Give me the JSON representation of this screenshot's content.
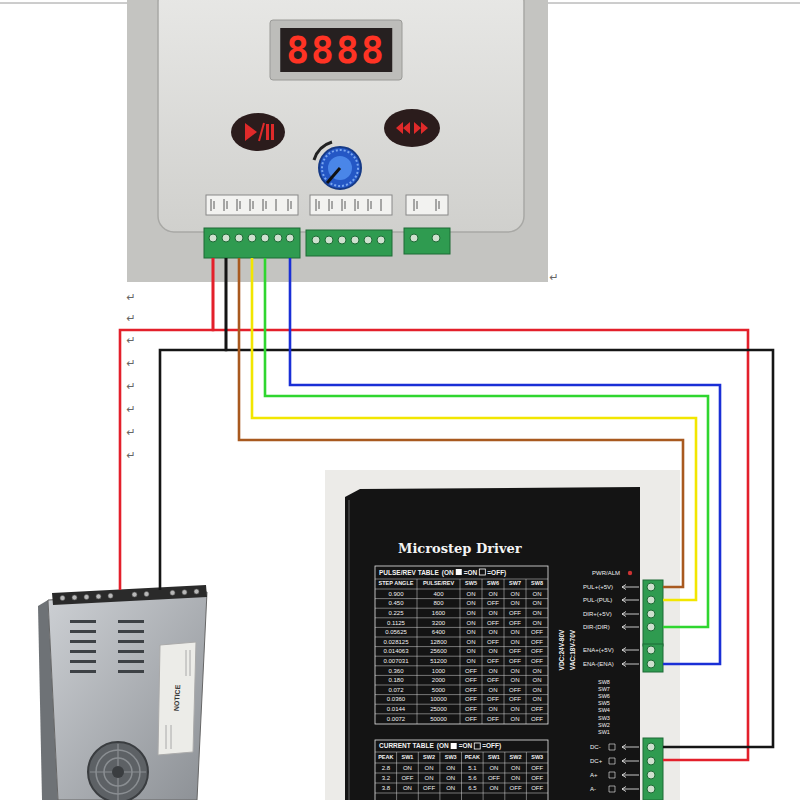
{
  "diagram": {
    "nodes": [
      {
        "text": [
          "8888"
        ]
      },
      {
        "text": [
          "NOTICE"
        ]
      },
      {
        "text": [
          "Microstep Driver"
        ]
      }
    ],
    "edges": [
      {
        "from": 0,
        "to": 1,
        "arrow": "none"
      },
      {
        "from": 0,
        "to": 2,
        "arrow": "none"
      },
      {
        "from": 0,
        "to": 1,
        "arrow": "none"
      },
      {
        "from": 0,
        "to": 2,
        "arrow": "none"
      },
      {
        "from": 0,
        "to": 2,
        "arrow": "none"
      },
      {
        "from": 0,
        "to": 2,
        "arrow": "none"
      },
      {
        "from": 0,
        "to": 2,
        "arrow": "none"
      },
      {
        "from": 0,
        "to": 2,
        "arrow": "none"
      }
    ],
    "labels": [
      "↵",
      "↵",
      "↵",
      "↵",
      "↵",
      "↵",
      "↵",
      "↵",
      "↵",
      "PULSE/REV TABLE",
      "(ON",
      "=ON",
      "=OFF)",
      "STEP ANGLE",
      "PULSE/REV",
      "SW5",
      "SW6",
      "SW7",
      "SW8",
      "0.900",
      "400",
      "ON",
      "ON",
      "ON",
      "ON",
      "0.450",
      "800",
      "ON",
      "OFF",
      "ON",
      "ON",
      "0.225",
      "1600",
      "ON",
      "ON",
      "OFF",
      "ON",
      "0.1125",
      "3200",
      "ON",
      "OFF",
      "OFF",
      "ON",
      "0.05625",
      "6400",
      "ON",
      "ON",
      "ON",
      "OFF",
      "0.028125",
      "12800",
      "ON",
      "OFF",
      "ON",
      "OFF",
      "0.014063",
      "25600",
      "ON",
      "ON",
      "OFF",
      "OFF",
      "0.007031",
      "51200",
      "ON",
      "OFF",
      "OFF",
      "OFF",
      "0.360",
      "1000",
      "OFF",
      "ON",
      "ON",
      "ON",
      "0.180",
      "2000",
      "OFF",
      "OFF",
      "ON",
      "ON",
      "0.072",
      "5000",
      "OFF",
      "ON",
      "OFF",
      "ON",
      "0.0360",
      "10000",
      "OFF",
      "OFF",
      "OFF",
      "ON",
      "0.0144",
      "25000",
      "OFF",
      "ON",
      "ON",
      "OFF",
      "0.0072",
      "50000",
      "OFF",
      "OFF",
      "ON",
      "OFF",
      "CURRENT TABLE",
      "(ON",
      "=ON",
      "=OFF)",
      "PEAK",
      "SW1",
      "SW2",
      "SW3",
      "PEAK",
      "SW1",
      "SW2",
      "SW3",
      "2.8",
      "ON",
      "ON",
      "ON",
      "5.1",
      "ON",
      "ON",
      "OFF",
      "3.2",
      "OFF",
      "ON",
      "ON",
      "5.6",
      "OFF",
      "ON",
      "OFF",
      "3.8",
      "ON",
      "OFF",
      "ON",
      "6.5",
      "ON",
      "OFF",
      "OFF",
      "PWR/ALM",
      "PUL+(+5V)",
      "PUL-(PUL)",
      "DIR+(+5V)",
      "DIR-(DIR)",
      "ENA+(+5V)",
      "ENA-(ENA)",
      "DC-",
      "DC+",
      "A+",
      "A-",
      "VDC:24V-80V",
      "VAC:18V-70V",
      "SW8",
      "SW7",
      "SW6",
      "SW5",
      "SW4",
      "SW3",
      "SW2",
      "SW1"
    ]
  }
}
